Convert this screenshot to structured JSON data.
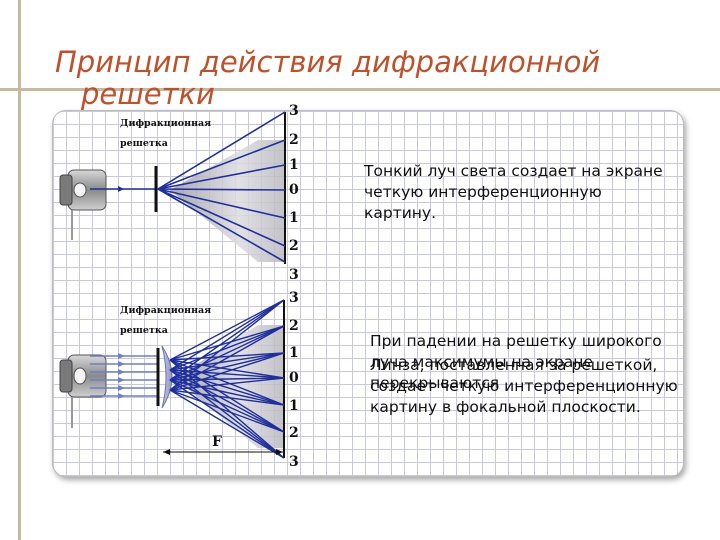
{
  "slide": {
    "title_line1": "Принцип действия дифракционной",
    "title_line2": "решетки"
  },
  "diagram_top": {
    "grating_label_line1": "Дифракционная",
    "grating_label_line2": "решетка",
    "orders": [
      "3",
      "2",
      "1",
      "0",
      "1",
      "2",
      "3"
    ]
  },
  "diagram_bottom": {
    "grating_label_line1": "Дифракционная",
    "grating_label_line2": "решетка",
    "orders": [
      "3",
      "2",
      "1",
      "0",
      "1",
      "2",
      "3"
    ],
    "focal_label": "F"
  },
  "captions": {
    "top": "Тонкий луч света создает на экране четкую интерференционную картину.",
    "bottom_a": "При падении на решетку широкого луча максимумы на экране перекрываются",
    "bottom_b": "Линза, поставленная за решеткой, создает четкую интерференционную картину в фокальной плоскости."
  },
  "colors": {
    "title": "#c0502a",
    "rays": "#1f2f9e",
    "divider_lines": "#c9b89c"
  }
}
